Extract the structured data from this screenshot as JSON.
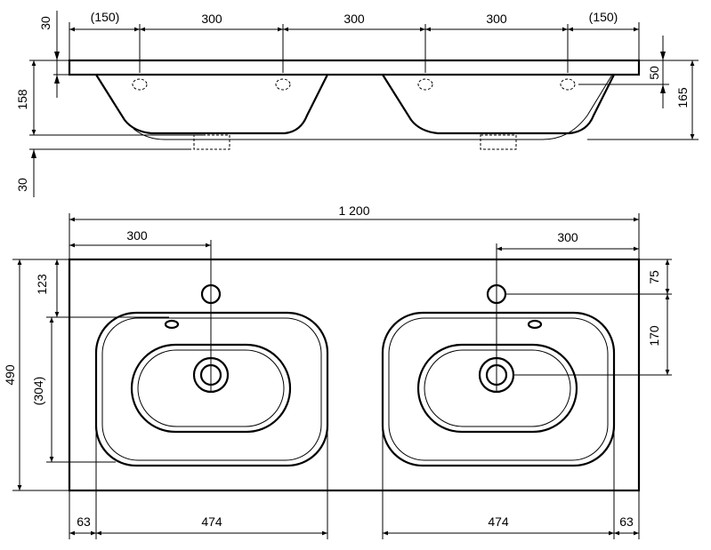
{
  "side_view": {
    "dims_top": [
      "(150)",
      "300",
      "300",
      "300",
      "(150)"
    ],
    "rim_thickness": "30",
    "height_left": "158",
    "drain_below": "30",
    "tap_hole_depth": "50",
    "height_right": "165"
  },
  "plan_view": {
    "total_width": "1 200",
    "left_tap_offset": "300",
    "right_tap_offset": "300",
    "depth": "490",
    "front_to_overflow": "123",
    "bowl_depth": "(304)",
    "tap_from_back": "75",
    "drain_from_tap": "170",
    "bottom_dims": [
      "63",
      "474",
      "474",
      "63"
    ]
  }
}
